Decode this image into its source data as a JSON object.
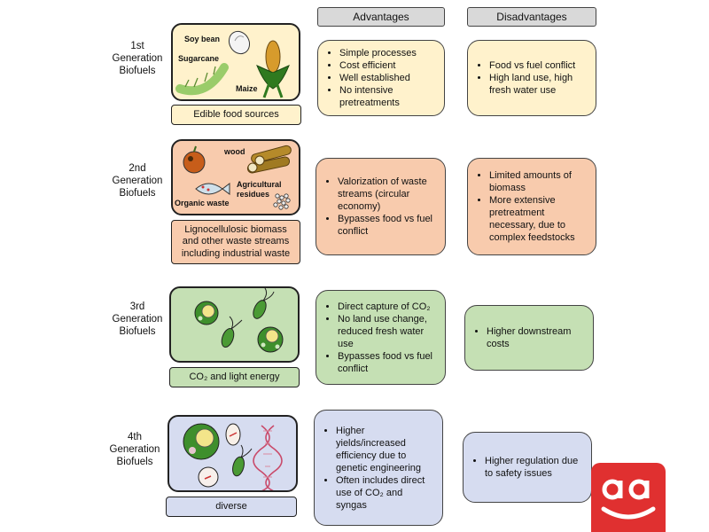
{
  "headers": {
    "advantages": "Advantages",
    "disadvantages": "Disadvantages"
  },
  "generations": [
    {
      "label": "1st\nGeneration\nBiofuels",
      "source": "Edible food sources",
      "image_labels": {
        "soy": "Soy bean",
        "sugarcane": "Sugarcane",
        "maize": "Maize"
      },
      "advantages": [
        "Simple processes",
        "Cost efficient",
        "Well established",
        "No intensive pretreatments"
      ],
      "disadvantages": [
        "Food vs fuel conflict",
        "High land use, high fresh water use"
      ]
    },
    {
      "label": "2nd\nGeneration\nBiofuels",
      "source": "Lignocellulosic biomass and other waste streams including industrial waste",
      "image_labels": {
        "wood": "wood",
        "agri": "Agricultural residues",
        "organic": "Organic waste"
      },
      "advantages": [
        "Valorization of waste streams (circular economy)",
        "Bypasses food vs fuel conflict"
      ],
      "disadvantages": [
        "Limited amounts of biomass",
        "More extensive pretreatment necessary, due to complex feedstocks"
      ]
    },
    {
      "label": "3rd\nGeneration\nBiofuels",
      "source": "CO₂ and light energy",
      "advantages": [
        "Direct capture of CO₂",
        "No land use change, reduced fresh water use",
        "Bypasses food vs fuel conflict"
      ],
      "disadvantages": [
        "Higher downstream costs"
      ]
    },
    {
      "label": "4th\nGeneration\nBiofuels",
      "source": "diverse",
      "advantages": [
        "Higher yields/increased efficiency due to genetic engineering",
        "Often includes direct use of CO₂ and syngas"
      ],
      "disadvantages": [
        "Higher regulation due to safety issues"
      ]
    }
  ],
  "colors": {
    "gen1": "#fff2cc",
    "gen2": "#f8cbad",
    "gen3": "#c5e0b4",
    "gen4": "#d6dcf0",
    "header": "#d9d9d9",
    "logo": "#e03030"
  }
}
